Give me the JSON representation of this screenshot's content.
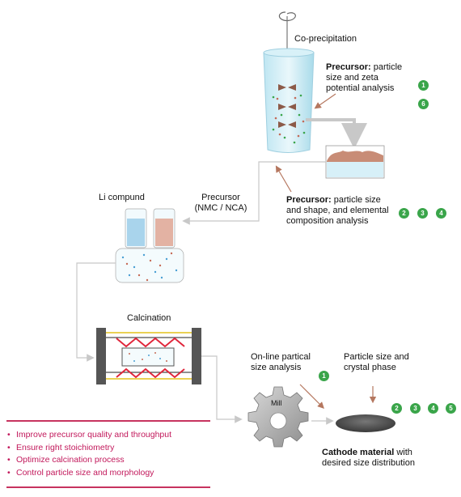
{
  "steps": {
    "coprecipitation": "Co-precipitation",
    "precursor_top_bold": "Precursor:",
    "precursor_top_rest_1": "particle",
    "precursor_top_rest_2": "size and zeta",
    "precursor_top_rest_3": "potential analysis",
    "precursor_mid_bold": "Precursor:",
    "precursor_mid_rest_1": "particle size",
    "precursor_mid_rest_2": "and shape, and elemental",
    "precursor_mid_rest_3": "composition analysis",
    "li_compound": "Li compund",
    "precursor_nmc_1": "Precursor",
    "precursor_nmc_2": "(NMC / NCA)",
    "calcination": "Calcination",
    "online_1": "On-line partical",
    "online_2": "size analysis",
    "mill": "Mill",
    "particle_1": "Particle size and",
    "particle_2": "crystal phase",
    "cathode_bold": "Cathode material",
    "cathode_rest_1": "with",
    "cathode_rest_2": "desired size distribution"
  },
  "badges": {
    "top": [
      "1",
      "6"
    ],
    "mid": [
      "2",
      "3",
      "4"
    ],
    "online": [
      "1"
    ],
    "final": [
      "2",
      "3",
      "4",
      "5"
    ]
  },
  "bullets": [
    "Improve precursor quality and throughput",
    "Ensure right stoichiometry",
    "Optimize calcination process",
    "Control particle size and morphology"
  ],
  "colors": {
    "accent": "#c2185b",
    "badge": "#3aa54a",
    "arrow_gray": "#c8c8c8",
    "arrow_brown": "#b5775f",
    "heater": "#e0253a",
    "heater_line": "#e3c21b"
  }
}
